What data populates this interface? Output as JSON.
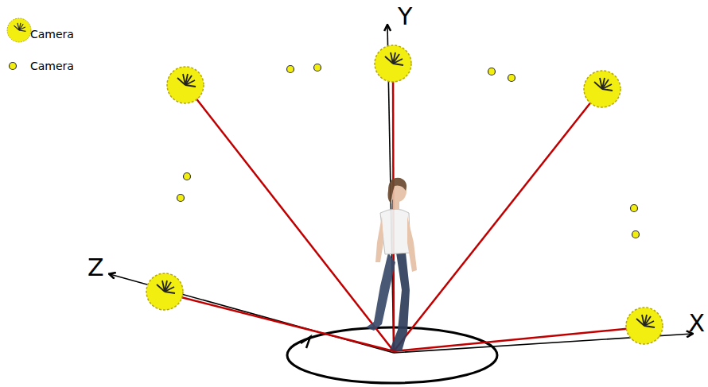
{
  "diagram": {
    "labels": [
      "Y",
      "Z",
      "X"
    ],
    "legend": [
      {
        "text": "Camera"
      },
      {
        "text": "Camera"
      }
    ]
  }
}
